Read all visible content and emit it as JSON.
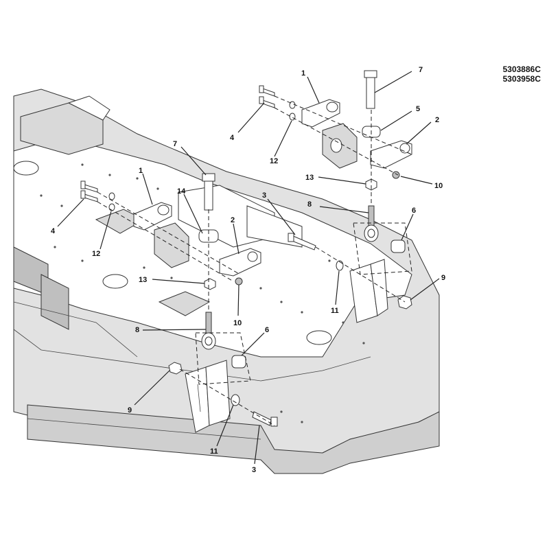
{
  "part_numbers": [
    "5303886C",
    "5303958C"
  ],
  "callouts": {
    "upper_right": {
      "c1": "1",
      "c7": "7",
      "c5": "5",
      "c2": "2",
      "c4": "4",
      "c12": "12",
      "c13": "13",
      "c10": "10",
      "c8": "8",
      "c6": "6",
      "c3": "3",
      "c9": "9",
      "c11": "11"
    },
    "left": {
      "c7": "7",
      "c1": "1",
      "c14": "14",
      "c4": "4",
      "c2": "2",
      "c12": "12",
      "c13": "13",
      "c10": "10",
      "c8": "8",
      "c6": "6",
      "c9": "9",
      "c11": "11",
      "c3": "3"
    }
  }
}
